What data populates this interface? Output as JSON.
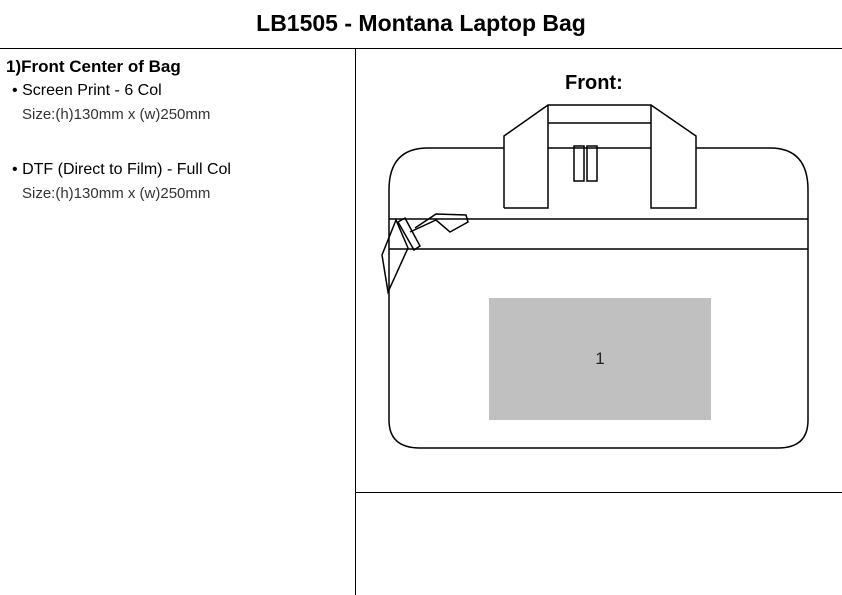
{
  "title": "LB1505 - Montana Laptop Bag",
  "section": {
    "heading": "1)Front Center of Bag",
    "options": [
      {
        "bullet": "•",
        "label": "Screen Print - 6 Col",
        "size": "Size:(h)130mm x (w)250mm"
      },
      {
        "bullet": "•",
        "label": "DTF (Direct to Film) - Full Col",
        "size": "Size:(h)130mm x (w)250mm"
      }
    ]
  },
  "view": {
    "label": "Front:",
    "print_area_number": "1",
    "print_area_color": "#c0c0c0"
  }
}
